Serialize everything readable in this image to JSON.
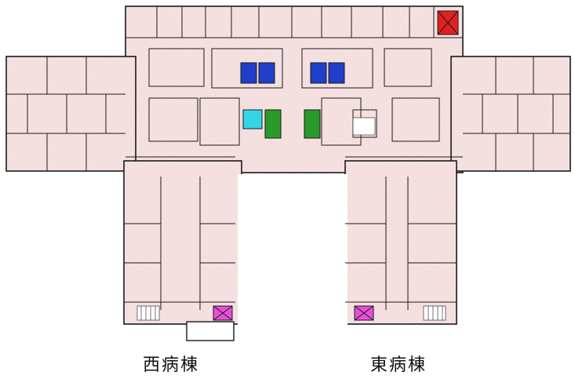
{
  "labels": {
    "west_ward": "西病棟",
    "east_ward": "東病棟"
  },
  "colors": {
    "background": "#ffffff",
    "room_fill": "#f6e4e4",
    "wall": "#1a1a1a",
    "elevator_passenger": "#1f3fc8",
    "elevator_service": "#2a9a2a",
    "elevator_small": "#33d6e6",
    "elevator_magenta": "#e64fd6",
    "emergency_red": "#e32020"
  },
  "legend_markers": [
    {
      "kind": "elevator-passenger",
      "color": "#1f3fc8",
      "count": 4
    },
    {
      "kind": "elevator-service",
      "color": "#2a9a2a",
      "count": 2
    },
    {
      "kind": "elevator-small",
      "color": "#33d6e6",
      "count": 1
    },
    {
      "kind": "elevator-magenta",
      "color": "#e64fd6",
      "count": 2
    },
    {
      "kind": "emergency-red",
      "color": "#e32020",
      "count": 1
    }
  ]
}
